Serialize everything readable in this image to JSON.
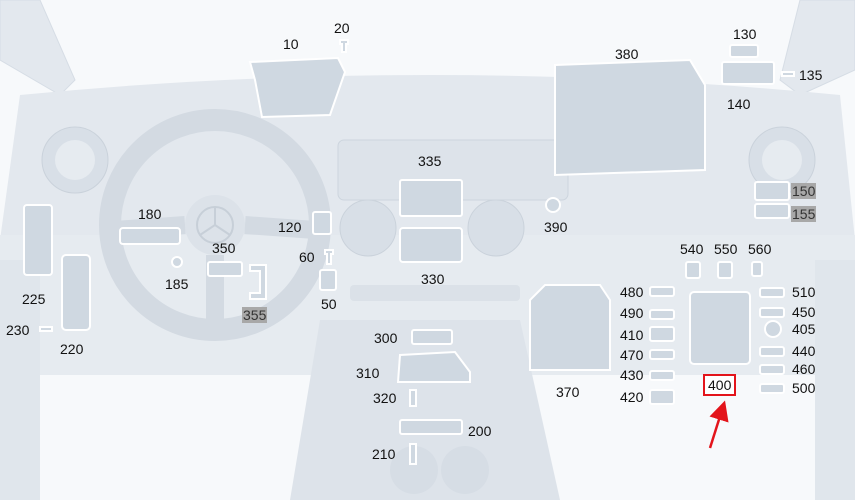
{
  "colors": {
    "background": "#f7f9fb",
    "car_interior": "#e3e8ee",
    "parts": "#cfd8e1",
    "highlight": "#e3141b",
    "shaded_label": "#a8a8a8"
  },
  "labels": {
    "l10": "10",
    "l20": "20",
    "l50": "50",
    "l60": "60",
    "l120": "120",
    "l130": "130",
    "l135": "135",
    "l140": "140",
    "l150": "150",
    "l155": "155",
    "l180": "180",
    "l185": "185",
    "l200": "200",
    "l210": "210",
    "l220": "220",
    "l225": "225",
    "l230": "230",
    "l300": "300",
    "l310": "310",
    "l320": "320",
    "l330": "330",
    "l335": "335",
    "l350": "350",
    "l355": "355",
    "l370": "370",
    "l380": "380",
    "l390": "390",
    "l400": "400",
    "l405": "405",
    "l410": "410",
    "l420": "420",
    "l430": "430",
    "l440": "440",
    "l450": "450",
    "l460": "460",
    "l470": "470",
    "l480": "480",
    "l490": "490",
    "l500": "500",
    "l510": "510",
    "l540": "540",
    "l550": "550",
    "l560": "560"
  },
  "highlight_label": "l400"
}
